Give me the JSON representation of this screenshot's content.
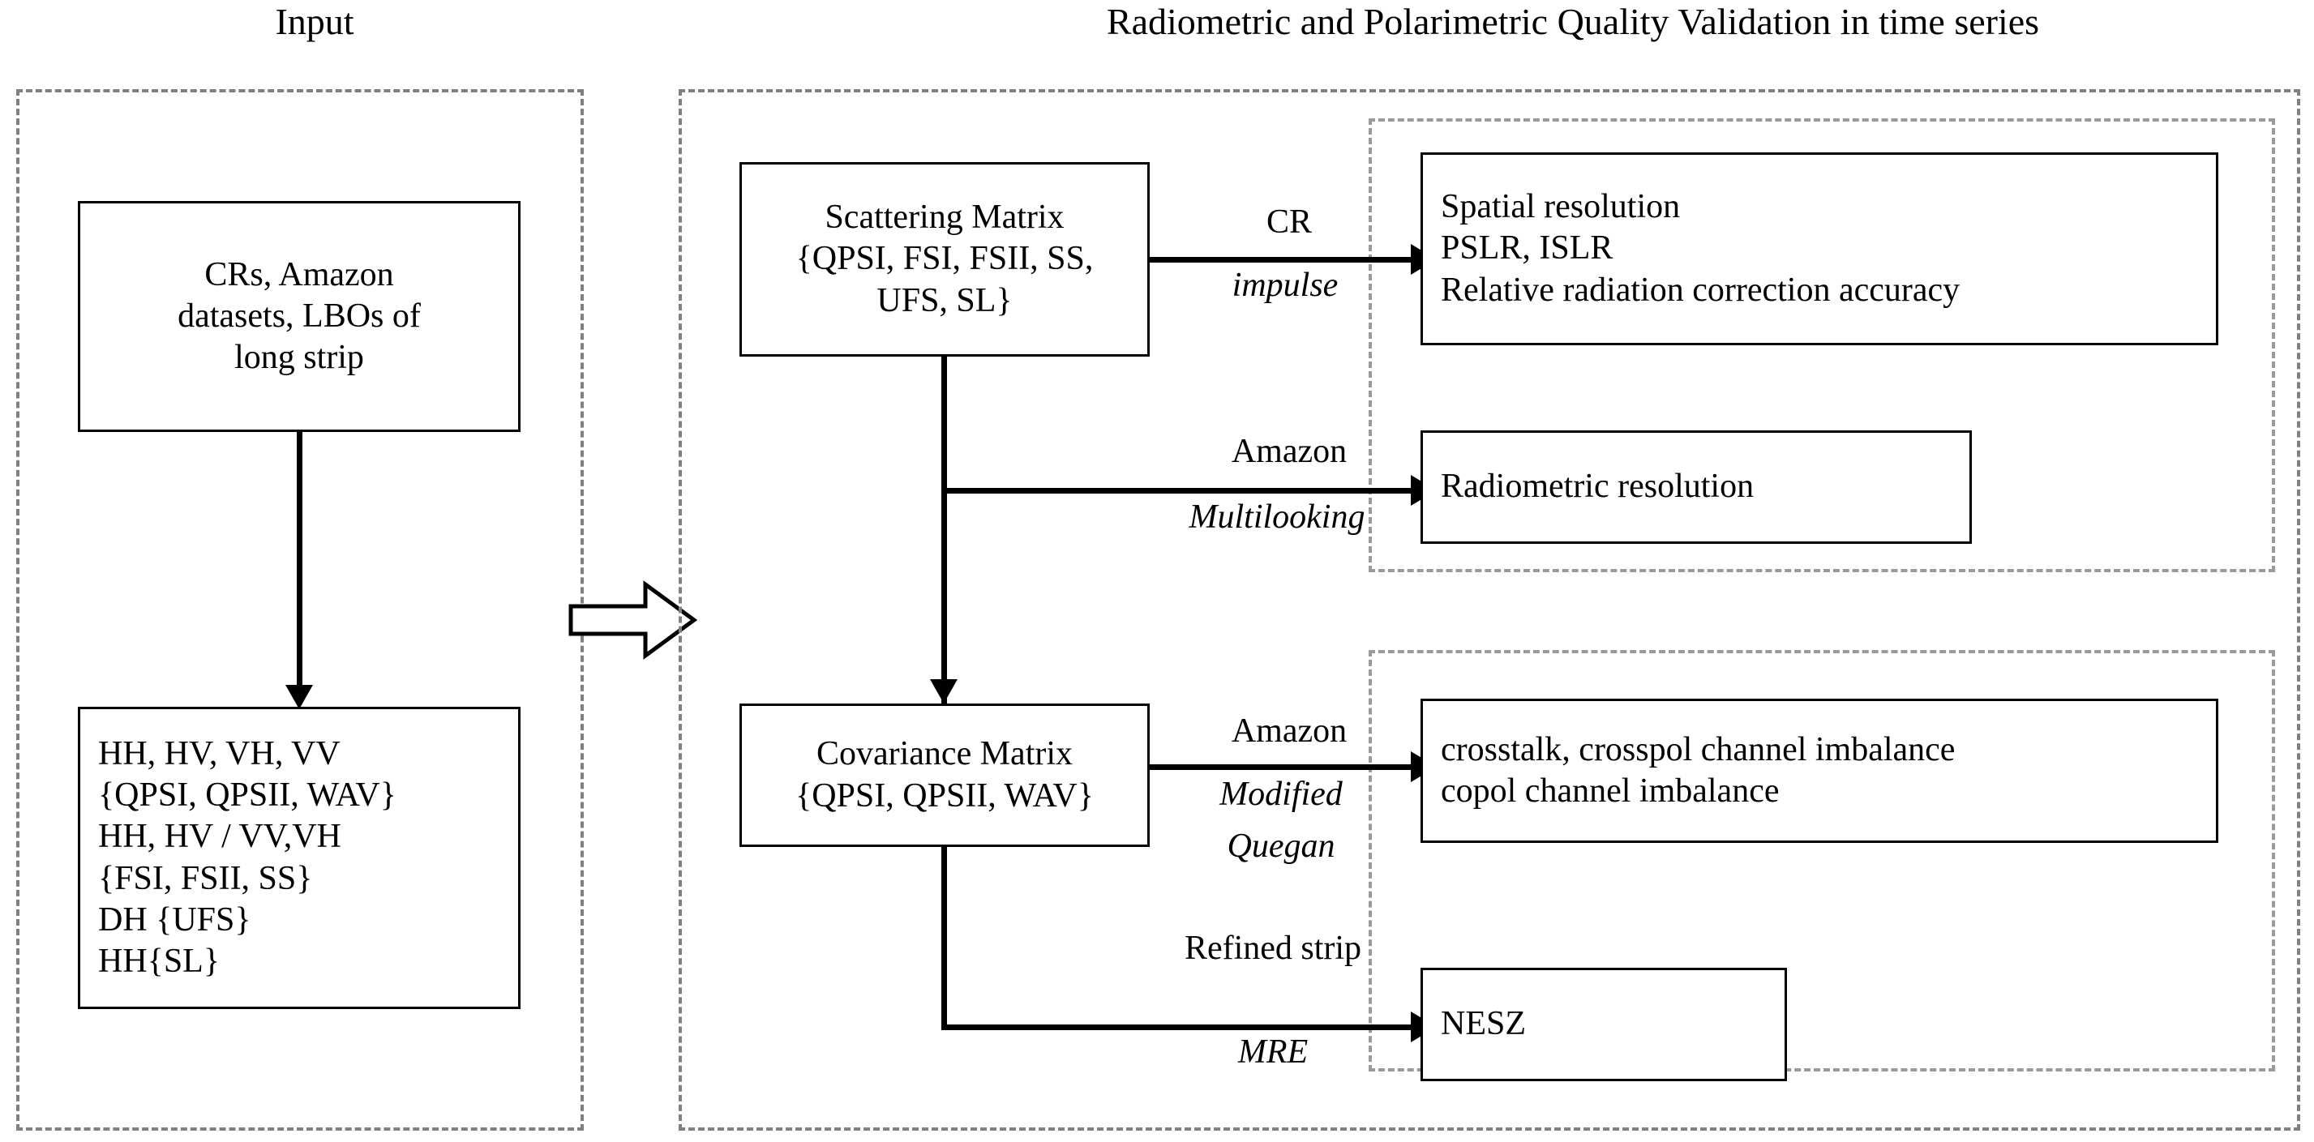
{
  "headings": {
    "input": "Input",
    "validation": "Radiometric and Polarimetric Quality Validation in time series"
  },
  "colors": {
    "stroke": "#000000",
    "dashed_panel": "#808080",
    "dashdot_panel": "#9a9a9a",
    "background": "#ffffff"
  },
  "input_panel": {
    "source_box": {
      "lines": [
        "CRs, Amazon",
        "datasets, LBOs of",
        "long strip"
      ]
    },
    "products_box": {
      "lines": [
        "HH, HV, VH, VV",
        " {QPSI, QPSII, WAV}",
        "HH, HV / VV,VH",
        "  {FSI, FSII, SS}",
        "DH {UFS}",
        "HH{SL}"
      ]
    }
  },
  "validation_panel": {
    "scattering_box": {
      "lines": [
        "Scattering Matrix",
        "{QPSI, FSI, FSII, SS,",
        "UFS, SL}"
      ]
    },
    "covariance_box": {
      "lines": [
        "Covariance Matrix",
        "{QPSI, QPSII, WAV}"
      ]
    },
    "radiometric_group": {
      "spatial_box": {
        "lines": [
          "Spatial resolution",
          "PSLR, ISLR",
          "Relative radiation correction accuracy"
        ]
      },
      "radiometric_box": {
        "lines": [
          "Radiometric resolution"
        ]
      }
    },
    "polarimetric_group": {
      "crosstalk_box": {
        "lines": [
          "crosstalk, crosspol channel imbalance",
          "copol channel imbalance"
        ]
      },
      "nesz_box": {
        "lines": [
          "NESZ"
        ]
      }
    },
    "edges": {
      "cr": {
        "top": "CR",
        "bottom": "impulse"
      },
      "amazon_multilooking": {
        "top": "Amazon",
        "bottom": "Multilooking"
      },
      "amazon_quegan": {
        "top": "Amazon",
        "bottom_1": "Modified",
        "bottom_2": "Quegan"
      },
      "refined_mre": {
        "top": "Refined strip",
        "bottom": "MRE"
      }
    }
  },
  "icons": {
    "stage_transition": "block-arrow-right-icon"
  }
}
